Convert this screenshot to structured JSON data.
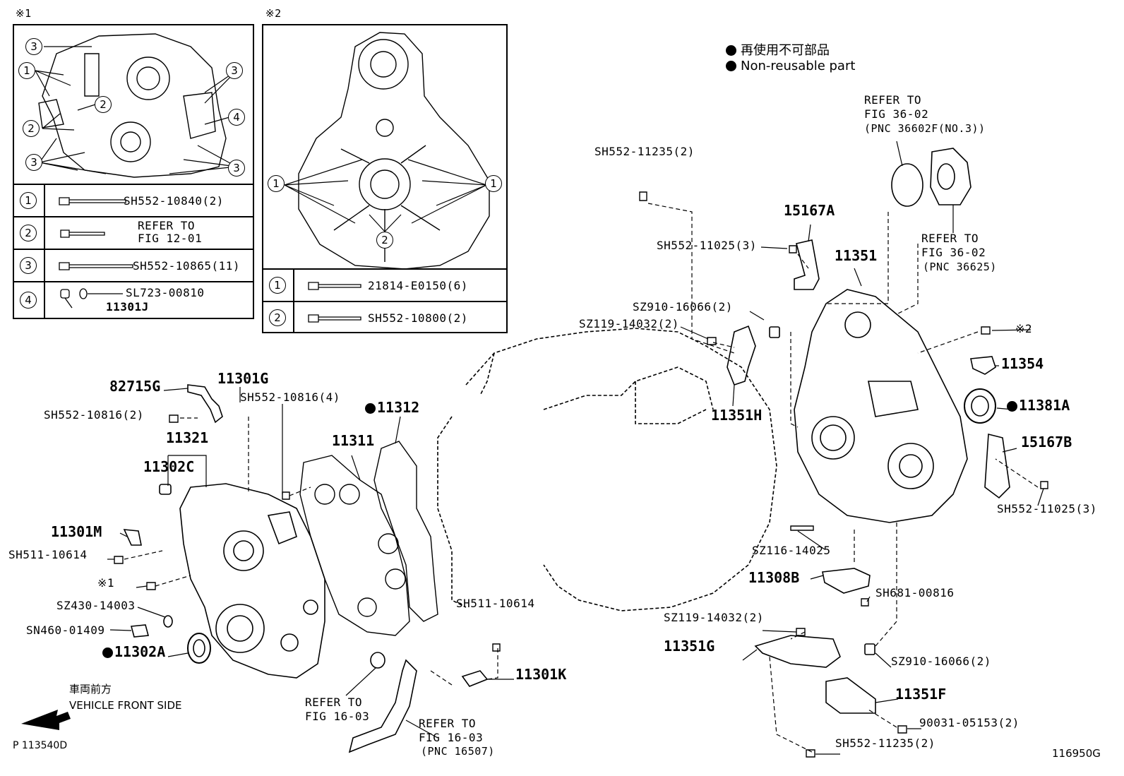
{
  "legend": {
    "jp": "再使用不可部品",
    "en": "Non-reusable part"
  },
  "inset1": {
    "mark": "※1",
    "callouts": {
      "c1": "1",
      "c2": "2",
      "c3": "3",
      "c4": "4"
    },
    "rows": [
      {
        "num": "1",
        "label": "SH552-10840(2)"
      },
      {
        "num": "2",
        "label": "REFER TO\nFIG 12-01"
      },
      {
        "num": "3",
        "label": "SH552-10865(11)"
      },
      {
        "num": "4",
        "label": "SL723-00810",
        "label2": "11301J"
      }
    ]
  },
  "inset2": {
    "mark": "※2",
    "callouts": {
      "c1": "1",
      "c2": "2"
    },
    "rows": [
      {
        "num": "1",
        "label": "21814-E0150(6)"
      },
      {
        "num": "2",
        "label": "SH552-10800(2)"
      }
    ]
  },
  "parts": {
    "p82715G": "82715G",
    "p11301G": "11301G",
    "pSH552_10816_4": "SH552-10816(4)",
    "pSH552_10816_2": "SH552-10816(2)",
    "p11321": "11321",
    "p11302C": "11302C",
    "p11301M": "11301M",
    "pSH511_10614a": "SH511-10614",
    "pMark1": "※1",
    "pSZ430_14003": "SZ430-14003",
    "pSN460_01409": "SN460-01409",
    "p11302A": "11302A",
    "p11312": "11312",
    "p11311": "11311",
    "pSH511_10614b": "SH511-10614",
    "p11301K": "11301K",
    "pRefer1603a": "REFER TO\nFIG 16-03",
    "pRefer1603b": "REFER TO\nFIG 16-03",
    "pPNC16507": "(PNC 16507)",
    "pSH552_11235_top": "SH552-11235(2)",
    "pSH552_11025_3a": "SH552-11025(3)",
    "p15167A": "15167A",
    "p11351": "11351",
    "pSZ910_16066_top": "SZ910-16066(2)",
    "pSZ119_14032_top": "SZ119-14032(2)",
    "p11351H": "11351H",
    "pRefer3602a": "REFER TO\nFIG 36-02",
    "pPNC36602F": "(PNC 36602F(NO.3))",
    "pRefer3602b": "REFER TO\nFIG 36-02",
    "pPNC36625": "(PNC 36625)",
    "pMark2": "※2",
    "p11354": "11354",
    "p11381A": "11381A",
    "p15167B": "15167B",
    "pSH552_11025_3b": "SH552-11025(3)",
    "pSZ116_14025": "SZ116-14025",
    "p11308B": "11308B",
    "pSH681_00816": "SH681-00816",
    "pSZ119_14032_bot": "SZ119-14032(2)",
    "p11351G": "11351G",
    "pSZ910_16066_bot": "SZ910-16066(2)",
    "p11351F": "11351F",
    "p90031_05153": "90031-05153(2)",
    "pSH552_11235_bot": "SH552-11235(2)"
  },
  "front": {
    "jp": "車両前方",
    "en": "VEHICLE FRONT SIDE"
  },
  "page_code": "P 113540D",
  "fig_code": "116950G"
}
